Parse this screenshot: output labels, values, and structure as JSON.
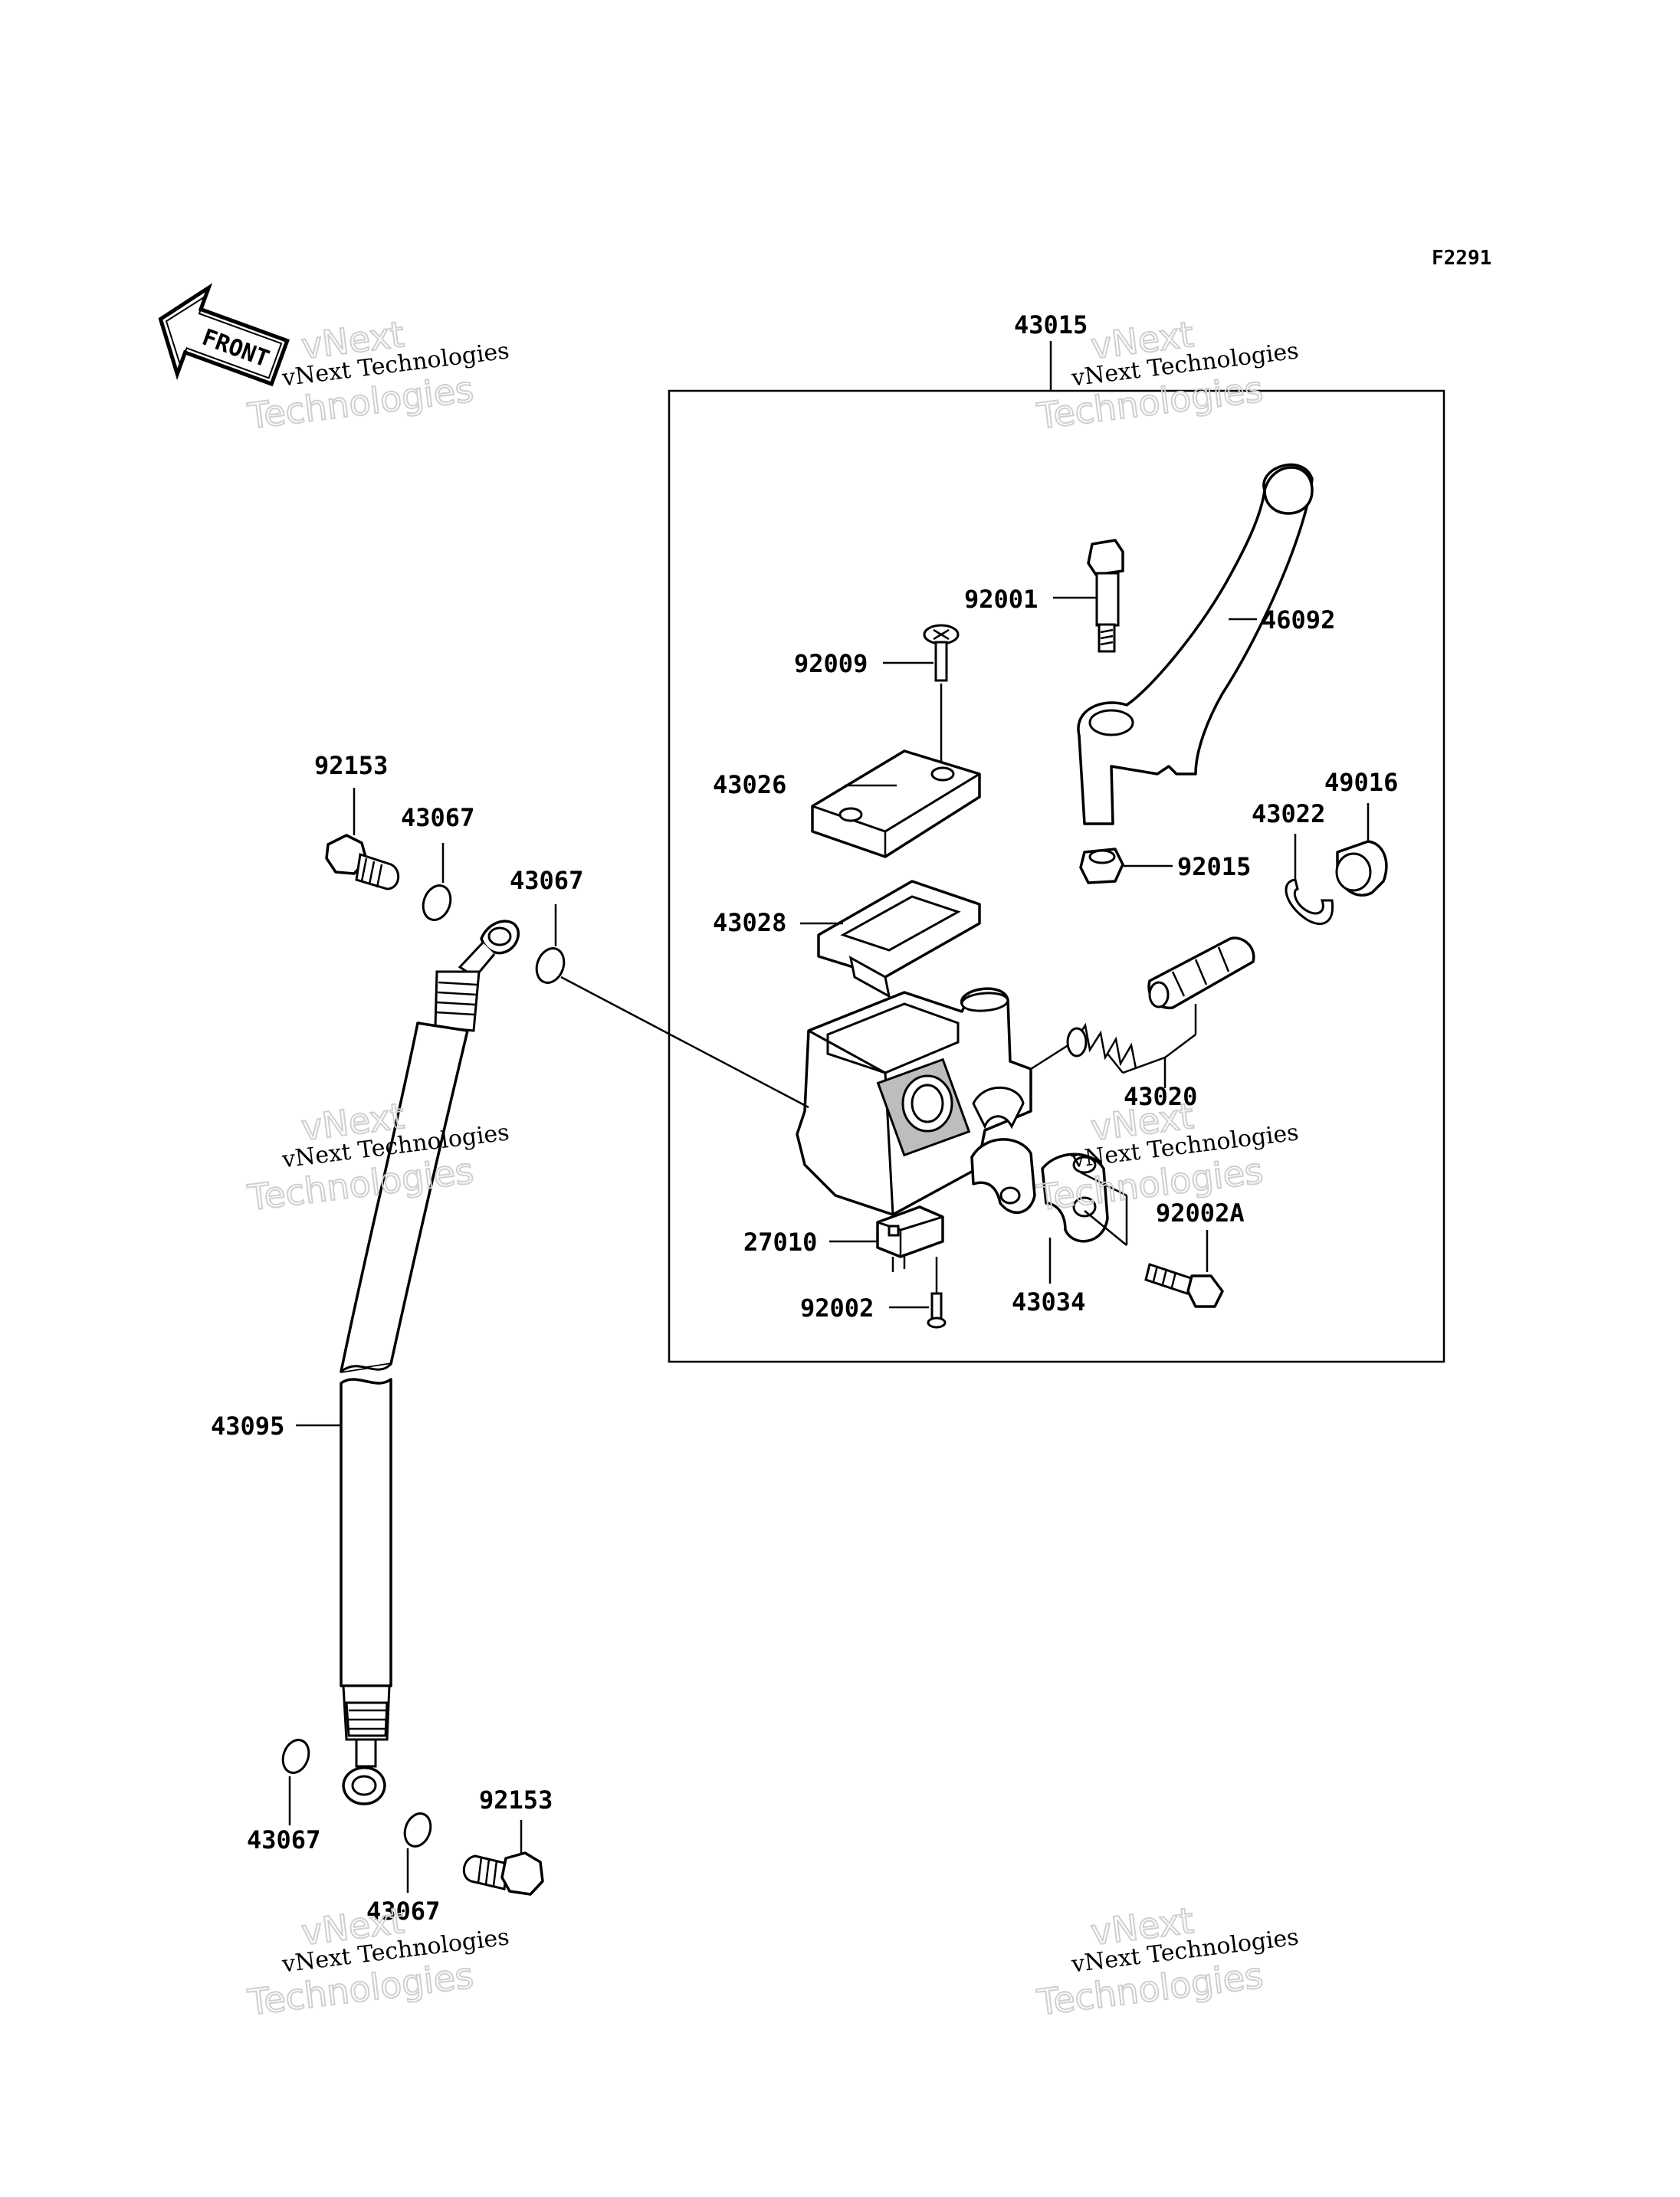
{
  "diagram_code": "F2291",
  "front_arrow_label": "FRONT",
  "assembly_label": "43015",
  "watermark": {
    "line1": "vNext",
    "line2": "vNext Technologies",
    "line3": "Technologies"
  },
  "labels": {
    "l92001": "92001",
    "l46092": "46092",
    "l92009": "92009",
    "l43026": "43026",
    "l43022": "43022",
    "l49016": "49016",
    "l92015": "92015",
    "l43028": "43028",
    "l43020": "43020",
    "l92002A": "92002A",
    "l27010": "27010",
    "l43034": "43034",
    "l92002": "92002",
    "l92153a": "92153",
    "l43067a": "43067",
    "l43067b": "43067",
    "l43095": "43095",
    "l43067c": "43067",
    "l92153b": "92153",
    "l43067d": "43067"
  }
}
